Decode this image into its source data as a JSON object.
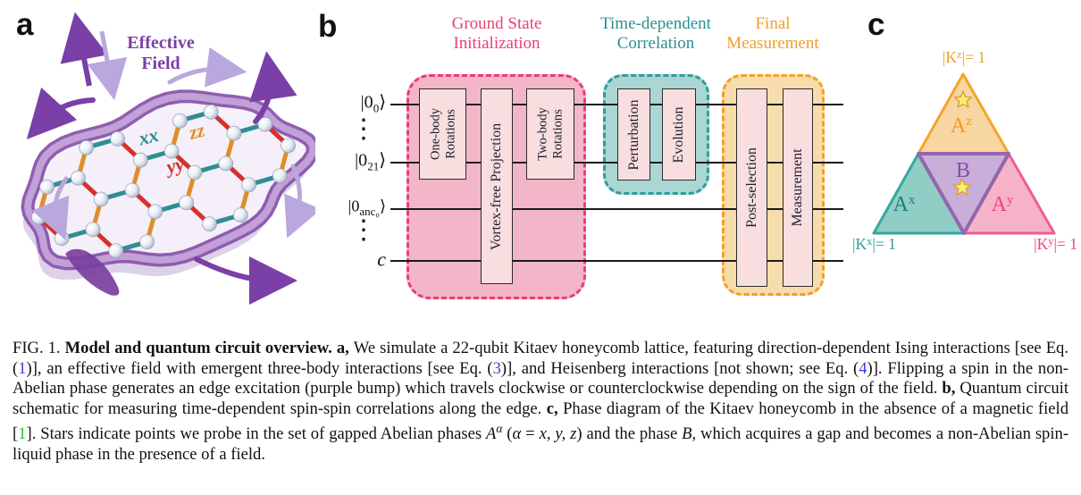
{
  "panels": {
    "a_label": "a",
    "b_label": "b",
    "c_label": "c"
  },
  "panel_a": {
    "field_label_lines": [
      "Effective",
      "Field"
    ],
    "bond_labels": {
      "xx": "xx",
      "zz": "zz",
      "yy": "yy"
    },
    "colors": {
      "xx_bond": "#2f8e93",
      "zz_bond": "#df8e2b",
      "yy_bond": "#d4322b",
      "field_text": "#7b3fa8",
      "arrow_solid": "#7b3fa8",
      "arrow_light": "#b9a8dd",
      "blob_outer": "#8a56ad",
      "blob_inner": "#c2a0d8",
      "bump": "#7a3fa0"
    }
  },
  "panel_b": {
    "sections": [
      {
        "lines": [
          "Ground State",
          "Initialization"
        ],
        "text_color": "#e8426f",
        "border": "#ea3d6d",
        "fill": "#f3b6c9"
      },
      {
        "lines": [
          "Time-dependent",
          "Correlation"
        ],
        "text_color": "#2a8f8f",
        "border": "#2e9c9c",
        "fill": "#aad7d3"
      },
      {
        "lines": [
          "Final",
          "Measurement"
        ],
        "text_color": "#f09e28",
        "border": "#f0a02c",
        "fill": "#f7ddab"
      }
    ],
    "wire_labels": [
      {
        "pre": "|0",
        "sub": "0",
        "post": "⟩"
      },
      {
        "pre": "|0",
        "sub": "21",
        "post": "⟩"
      },
      {
        "pre": "|0",
        "sub": "anc₀",
        "post": "⟩"
      },
      {
        "pre": "c",
        "sub": "",
        "post": ""
      }
    ],
    "dots": "⋮",
    "gates": [
      {
        "lines": [
          "One-body",
          "Rotations"
        ]
      },
      {
        "lines": [
          "Vortex-free Projection"
        ]
      },
      {
        "lines": [
          "Two-body",
          "Rotations"
        ]
      },
      {
        "lines": [
          "Perturbation"
        ]
      },
      {
        "lines": [
          "Evolution"
        ]
      },
      {
        "lines": [
          "Post-selection"
        ]
      },
      {
        "lines": [
          "Measurement"
        ]
      }
    ],
    "gate_fill": "#f8dede"
  },
  "panel_c": {
    "corners": [
      {
        "pre": "|K",
        "sup": "z",
        "post": "|= 1",
        "color": "#f09e28"
      },
      {
        "pre": "|K",
        "sup": "x",
        "post": "|= 1",
        "color": "#2e9c94"
      },
      {
        "pre": "|K",
        "sup": "y",
        "post": "|= 1",
        "color": "#f0417e"
      }
    ],
    "regions": [
      {
        "base": "A",
        "sup": "z",
        "fill": "#f7d6a2",
        "stroke": "#f5a42a",
        "label_color": "#ef9d1f"
      },
      {
        "base": "A",
        "sup": "x",
        "fill": "#8fcdc5",
        "stroke": "#35a79e",
        "label_color": "#17807e"
      },
      {
        "base": "A",
        "sup": "y",
        "fill": "#f6b3c8",
        "stroke": "#f05c92",
        "label_color": "#ef4381"
      },
      {
        "base": "B",
        "sup": "",
        "fill": "#c8aed8",
        "stroke": "#9565ae",
        "label_color": "#8b4bae"
      }
    ],
    "star": {
      "fill": "#f7ee6d",
      "stroke": "#dfa23c"
    }
  },
  "caption": {
    "segments": [
      {
        "t": "FIG. 1.  ",
        "s": "n"
      },
      {
        "t": "Model and quantum circuit overview. ",
        "s": "b"
      },
      {
        "t": "a, ",
        "s": "b"
      },
      {
        "t": "We simulate a 22-qubit Kitaev honeycomb lattice, featuring direction-dependent Ising interactions [see Eq. (",
        "s": "n"
      },
      {
        "t": "1",
        "s": "blue"
      },
      {
        "t": ")], an effective field with emergent three-body interactions [see Eq. (",
        "s": "n"
      },
      {
        "t": "3",
        "s": "blue"
      },
      {
        "t": ")], and Heisenberg interactions [not shown; see Eq. (",
        "s": "n"
      },
      {
        "t": "4",
        "s": "blue"
      },
      {
        "t": ")]. Flipping a spin in the non-Abelian phase generates an edge excitation (purple bump) which travels clockwise or counterclockwise depending on the sign of the field. ",
        "s": "n"
      },
      {
        "t": "b, ",
        "s": "b"
      },
      {
        "t": "Quantum circuit schematic for measuring time-dependent spin-spin correlations along the edge. ",
        "s": "n"
      },
      {
        "t": "c, ",
        "s": "b"
      },
      {
        "t": "Phase diagram of the Kitaev honeycomb in the absence of a magnetic field [",
        "s": "n"
      },
      {
        "t": "1",
        "s": "green"
      },
      {
        "t": "]. Stars indicate points we probe in the set of gapped Abelian phases ",
        "s": "n"
      },
      {
        "t": "A",
        "s": "i"
      },
      {
        "t": "α",
        "s": "sup"
      },
      {
        "t": " (",
        "s": "n"
      },
      {
        "t": "α",
        "s": "i"
      },
      {
        "t": " = ",
        "s": "n"
      },
      {
        "t": "x, y, z",
        "s": "i"
      },
      {
        "t": ") and the phase ",
        "s": "n"
      },
      {
        "t": "B",
        "s": "i"
      },
      {
        "t": ", which acquires a gap and becomes a non-Abelian spin-liquid phase in the presence of a field.",
        "s": "n"
      }
    ]
  }
}
